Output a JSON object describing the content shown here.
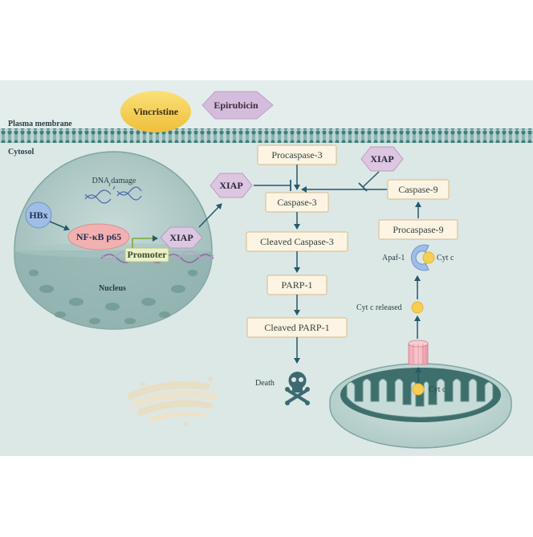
{
  "labels": {
    "plasma_membrane": "Plasma membrane",
    "cytosol": "Cytosol",
    "nucleus": "Nucleus",
    "dna_damage": "DNA damage",
    "death": "Death",
    "apaf1": "Apaf-1",
    "cytc_released": "Cyt c released"
  },
  "drugs": {
    "vincristine": "Vincristine",
    "epirubicin": "Epirubicin"
  },
  "nucleus_items": {
    "hbx": "HBx",
    "nfkb": "NF-κB p65",
    "promoter": "Promoter",
    "xiap": "XIAP"
  },
  "pathway": {
    "procaspase3": "Procaspase-3",
    "caspase3": "Caspase-3",
    "cleaved_caspase3": "Cleaved Caspase-3",
    "parp1": "PARP-1",
    "cleaved_parp1": "Cleaved PARP-1",
    "xiap_left": "XIAP",
    "xiap_right": "XIAP",
    "caspase9": "Caspase-9",
    "procaspase9": "Procaspase-9",
    "cytc_complex": "Cyt c",
    "cytc_mito": "Cyt c"
  },
  "colors": {
    "cytosol_bg": "#dce8e6",
    "membrane": "#3f7f7c",
    "box_fill": "#fdf4e3",
    "box_stroke": "#d9b98a",
    "arrow": "#25596a",
    "xiap_fill": "#dcc6e2",
    "hbx_fill": "#9fbde6",
    "nfkb_fill": "#f2b1b1",
    "vincristine": "#f6ce52",
    "epirubicin": "#d6bcdc",
    "cytc": "#f6ce52",
    "skull": "#3d6a72"
  }
}
